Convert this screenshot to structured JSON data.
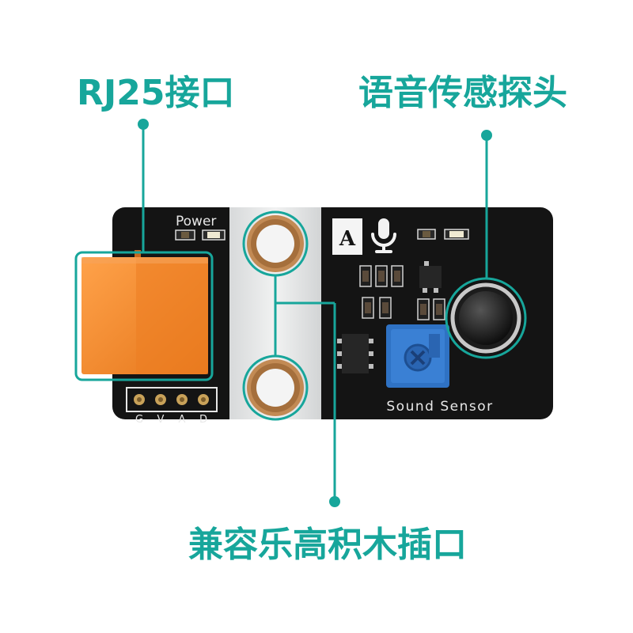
{
  "callouts": {
    "rj25": "RJ25接口",
    "sensor_probe": "语音传感探头",
    "lego_compat": "兼容乐高积木插口"
  },
  "board_labels": {
    "power": "Power",
    "port_letter": "A",
    "name": "Sound Sensor",
    "pins": [
      "G",
      "V",
      "A",
      "D"
    ]
  },
  "colors": {
    "accent": "#17a69b",
    "board": "#141414",
    "connector": "#f08423",
    "copper": "#b9814a",
    "potentiometer": "#2f72c4"
  }
}
